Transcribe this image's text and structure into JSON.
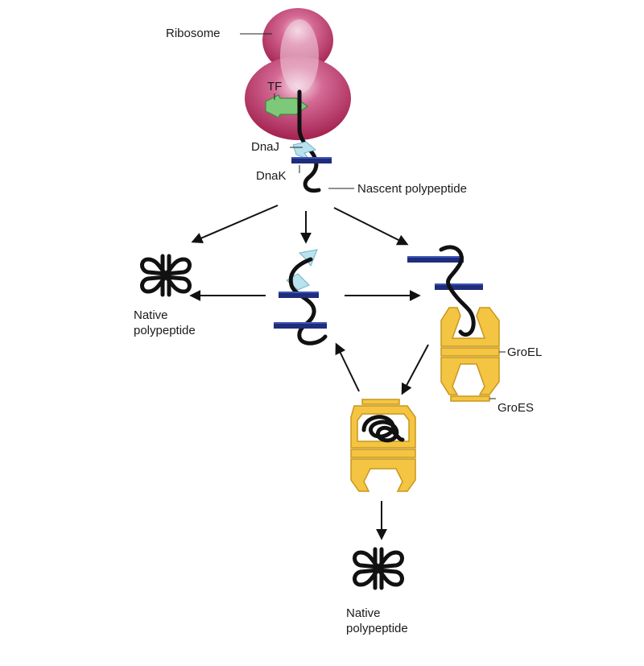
{
  "labels": {
    "ribosome": "Ribosome",
    "tf": "TF",
    "dnaj": "DnaJ",
    "dnak": "DnaK",
    "nascent": "Nascent polypeptide",
    "native_left": "Native polypeptide",
    "groel": "GroEL",
    "groes": "GroES",
    "native_bottom": "Native polypeptide"
  },
  "colors": {
    "ribosome": "#b8326a",
    "tf": "#7ec87a",
    "dnaj": "#b8e3ee",
    "dnak": "#1f2d7a",
    "groel": "#f4c542",
    "chain": "#111111"
  },
  "icons": {
    "native_fold": "clover-fold-icon",
    "misfold": "tangled-chain-icon"
  }
}
